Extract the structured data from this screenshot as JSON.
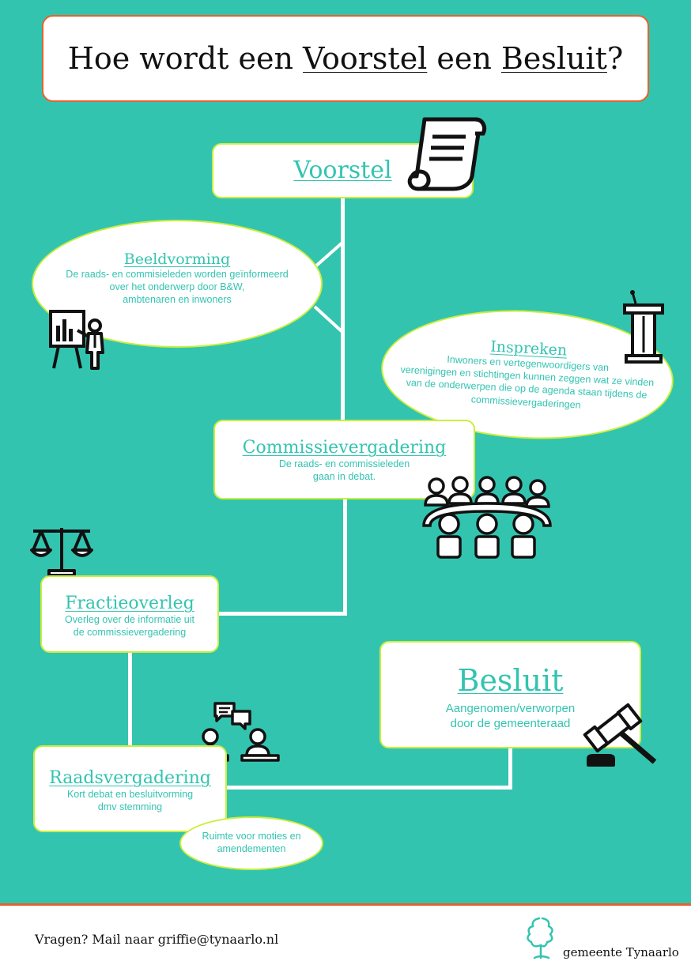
{
  "title": {
    "before": "Hoe wordt een ",
    "word1": "Voorstel",
    "middle": " een ",
    "word2": "Besluit",
    "after": "?"
  },
  "steps": {
    "voorstel": {
      "heading": "Voorstel"
    },
    "beeldvorming": {
      "heading": "Beeldvorming",
      "line1": "De raads- en commisieleden worden geïnformeerd",
      "line2": "over het onderwerp door B&W,",
      "line3": "ambtenaren en inwoners"
    },
    "inspreken": {
      "heading": "Inspreken",
      "line1": "Inwoners en vertegenwoordigers van",
      "line2": "verenigingen en stichtingen kunnen zeggen wat ze vinden",
      "line3": "van de onderwerpen die op de agenda staan tijdens de",
      "line4": "commissievergaderingen"
    },
    "commissievergadering": {
      "heading": "Commissievergadering",
      "line1": "De raads- en commissieleden",
      "line2": "gaan in debat."
    },
    "fractieoverleg": {
      "heading": "Fractieoverleg",
      "line1": "Overleg over de informatie uit",
      "line2": "de commissievergadering"
    },
    "raadsvergadering": {
      "heading": "Raadsvergadering",
      "line1": "Kort debat en besluitvorming",
      "line2": "dmv stemming"
    },
    "moties": {
      "line1": "Ruimte voor moties en",
      "line2": "amendementen"
    },
    "besluit": {
      "heading": "Besluit",
      "line1": "Aangenomen/verworpen",
      "line2": "door de gemeenteraad"
    }
  },
  "footer": {
    "contact": "Vragen? Mail naar griffie@tynaarlo.nl",
    "logo_text": "gemeente Tynaarlo"
  },
  "colors": {
    "background": "#33c4b0",
    "border_accent": "#c8ef3c",
    "title_border": "#e8622a",
    "footer_line": "#e8622a"
  },
  "icons": {
    "voorstel": "scroll-icon",
    "beeldvorming": "presentation-icon",
    "inspreken": "podium-icon",
    "commissievergadering": "meeting-table-icon",
    "fractieoverleg": "scales-icon",
    "raadsvergadering": "conversation-icon",
    "besluit": "gavel-icon",
    "logo": "tree-logo-icon"
  }
}
